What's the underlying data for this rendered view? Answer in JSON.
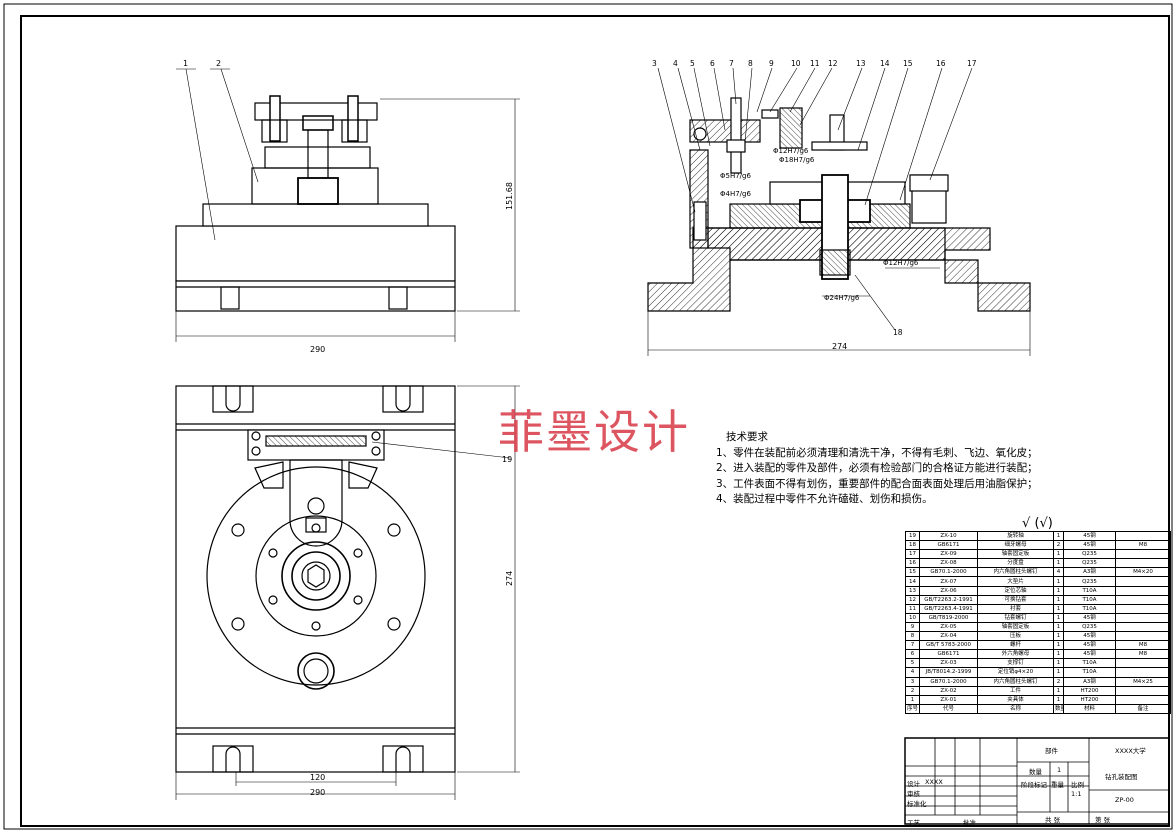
{
  "watermark": "菲墨设计",
  "front_view": {
    "dim_width": "290",
    "dim_height": "151.68",
    "balloons": [
      "1",
      "2"
    ]
  },
  "section_view": {
    "dim_width": "274",
    "balloons": [
      "3",
      "4",
      "5",
      "6",
      "7",
      "8",
      "9",
      "10",
      "11",
      "12",
      "13",
      "14",
      "15",
      "16",
      "17"
    ],
    "balloon_bottom": "18",
    "fits": [
      "Φ12H7/g6",
      "Φ18H7/g6",
      "Φ5H7/g6",
      "Φ4H7/g6",
      "Φ12H7/g6",
      "Φ24H7/g6"
    ]
  },
  "top_view": {
    "dim_width": "290",
    "dim_inner": "120",
    "dim_height": "274",
    "balloon": "19"
  },
  "tech_requirements": {
    "title": "技术要求",
    "items": [
      "1、零件在装配前必须清理和清洗干净，不得有毛刺、飞边、氧化皮；",
      "2、进入装配的零件及部件，必须有检验部门的合格证方能进行装配；",
      "3、工件表面不得有划伤，重要部件的配合面表面处理后用油脂保护；",
      "4、装配过程中零件不允许磕碰、划伤和损伤。"
    ]
  },
  "roughness": "(√)",
  "bom": {
    "rows": [
      {
        "no": "19",
        "code": "ZX-10",
        "name": "旋转轴",
        "qty": "1",
        "mat": "45钢",
        "note": ""
      },
      {
        "no": "18",
        "code": "GB6171",
        "name": "细牙螺母",
        "qty": "2",
        "mat": "45钢",
        "note": "M8"
      },
      {
        "no": "17",
        "code": "ZX-09",
        "name": "轴套固定板",
        "qty": "1",
        "mat": "Q235",
        "note": ""
      },
      {
        "no": "16",
        "code": "ZX-08",
        "name": "分度盘",
        "qty": "1",
        "mat": "Q235",
        "note": ""
      },
      {
        "no": "15",
        "code": "GB70.1-2000",
        "name": "内六角圆柱头螺钉",
        "qty": "4",
        "mat": "A3钢",
        "note": "M4×20"
      },
      {
        "no": "14",
        "code": "ZX-07",
        "name": "大垫片",
        "qty": "1",
        "mat": "Q235",
        "note": ""
      },
      {
        "no": "13",
        "code": "ZX-06",
        "name": "定位芯轴",
        "qty": "1",
        "mat": "T10A",
        "note": ""
      },
      {
        "no": "12",
        "code": "GB/T2263.2-1991",
        "name": "可换钻套",
        "qty": "1",
        "mat": "T10A",
        "note": ""
      },
      {
        "no": "11",
        "code": "GB/T2263.4-1991",
        "name": "衬套",
        "qty": "1",
        "mat": "T10A",
        "note": ""
      },
      {
        "no": "10",
        "code": "GB/T819-2000",
        "name": "钻套螺钉",
        "qty": "1",
        "mat": "45钢",
        "note": ""
      },
      {
        "no": "9",
        "code": "ZX-05",
        "name": "轴套固定板",
        "qty": "1",
        "mat": "Q235",
        "note": ""
      },
      {
        "no": "8",
        "code": "ZX-04",
        "name": "压板",
        "qty": "1",
        "mat": "45钢",
        "note": ""
      },
      {
        "no": "7",
        "code": "GB/T 5783-2000",
        "name": "螺杆",
        "qty": "1",
        "mat": "45钢",
        "note": "M8"
      },
      {
        "no": "6",
        "code": "GB6171",
        "name": "外六角螺母",
        "qty": "1",
        "mat": "45钢",
        "note": "M8"
      },
      {
        "no": "5",
        "code": "ZX-03",
        "name": "支撑钉",
        "qty": "1",
        "mat": "T10A",
        "note": ""
      },
      {
        "no": "4",
        "code": "JB/T8014.2-1999",
        "name": "定位销φ4×20",
        "qty": "1",
        "mat": "T10A",
        "note": ""
      },
      {
        "no": "3",
        "code": "GB70.1-2000",
        "name": "内六角圆柱头螺钉",
        "qty": "2",
        "mat": "A3钢",
        "note": "M4×25"
      },
      {
        "no": "2",
        "code": "ZX-02",
        "name": "工件",
        "qty": "1",
        "mat": "HT200",
        "note": ""
      },
      {
        "no": "1",
        "code": "ZX-01",
        "name": "夹具体",
        "qty": "1",
        "mat": "HT200",
        "note": ""
      }
    ],
    "header": {
      "no": "序号",
      "code": "代号",
      "name": "名称",
      "qty": "数量",
      "mat": "材料",
      "note": "备注"
    }
  },
  "title_block": {
    "part": "部件",
    "school": "XXXX大学",
    "qty_label": "数量",
    "qty_value": "1",
    "drawing_name": "钻孔装配图",
    "stage_label": "阶段标记",
    "weight_label": "重量",
    "scale_label": "比例",
    "scale_value": "1:1",
    "code": "ZP-00",
    "design": "设计",
    "designer": "XXXX",
    "review": "审核",
    "process": "工艺",
    "approve": "批准",
    "standard": "标准化",
    "sheet_label": "共 张",
    "page_label": "第 张"
  }
}
